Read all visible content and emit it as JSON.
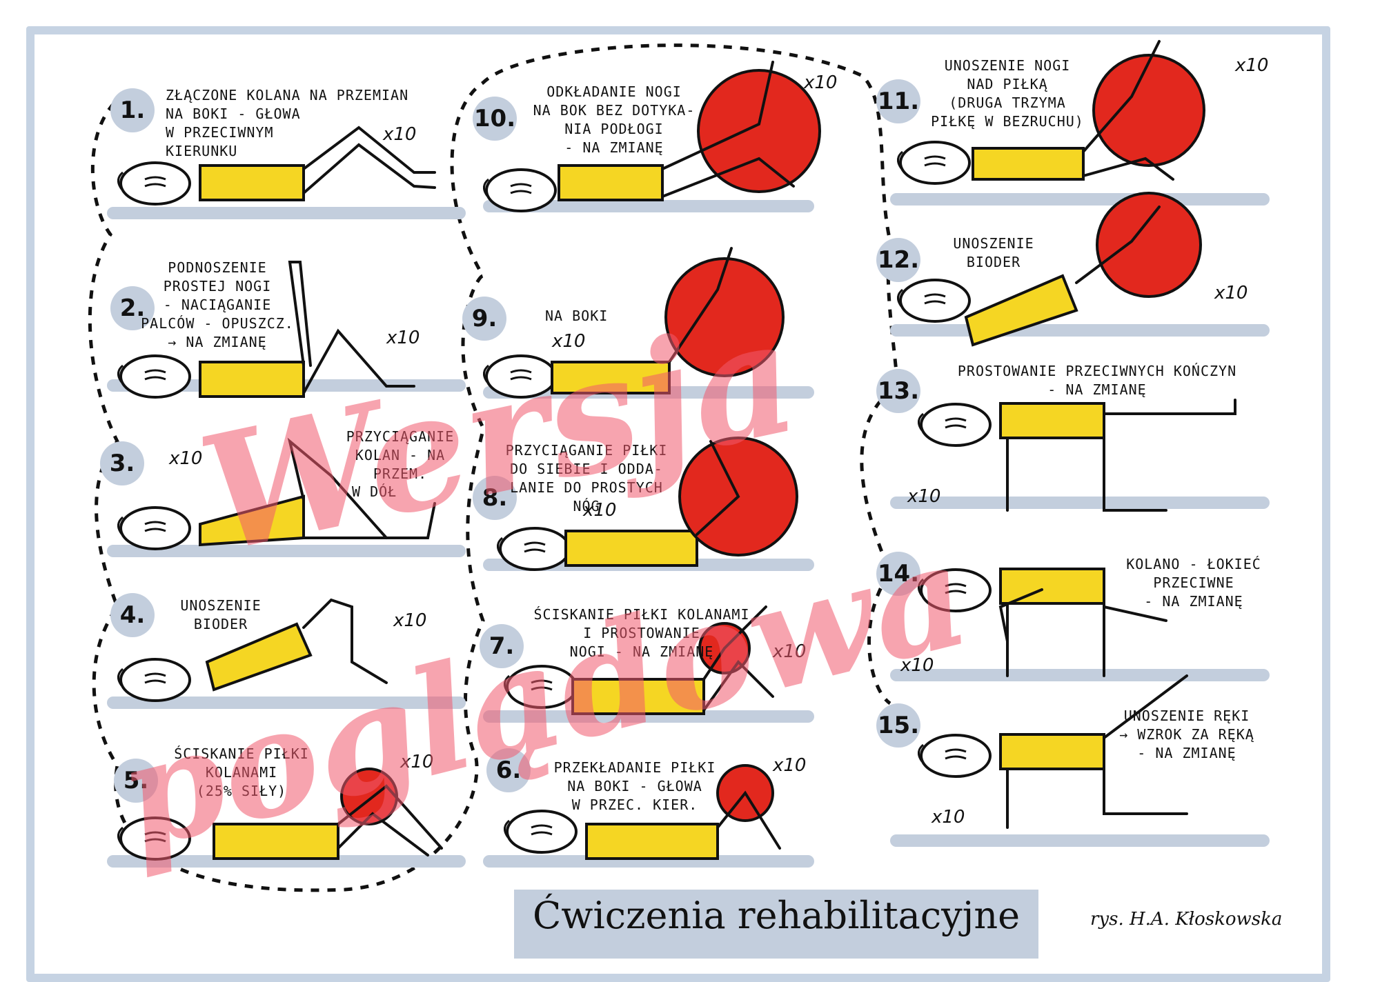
{
  "title": "Ćwiczenia rehabilitacyjne",
  "author": "rys. H.A. Kłoskowska",
  "watermark": {
    "line1": "Wersja",
    "line2": "poglądowa"
  },
  "colors": {
    "ball": "#e2281e",
    "pillow": "#f5d623",
    "mat": "#c3cedd",
    "frame": "#c6d3e3",
    "watermark": "#f05a6e"
  },
  "exercises": [
    {
      "number": "1.",
      "label": "złączone kolana na przemian\nna boki - głowa\nw przeciwnym\nkierunku",
      "reps": "x10"
    },
    {
      "number": "2.",
      "label": "podnoszenie\nprostej nogi\n- naciąganie\npalców - opuszcz.\n→ na zmianę",
      "reps": "x10"
    },
    {
      "number": "3.",
      "label": "przyciąganie\nkolan - na przem.",
      "extra": "w dół",
      "reps": "x10"
    },
    {
      "number": "4.",
      "label": "unoszenie\nbioder",
      "reps": "x10"
    },
    {
      "number": "5.",
      "label": "ściskanie piłki\nkolanami\n(25% siły)",
      "reps": "x10"
    },
    {
      "number": "6.",
      "label": "przekładanie piłki\nna boki - głowa\nw przec. kier.",
      "reps": "x10"
    },
    {
      "number": "7.",
      "label": "ściskanie piłki kolanami\ni prostowanie\nnogi - na zmianę",
      "reps": "x10"
    },
    {
      "number": "8.",
      "label": "przyciąganie piłki\ndo siebie i odda-\nlanie do prostych\nnóg",
      "reps": "x10"
    },
    {
      "number": "9.",
      "label": "na boki",
      "reps": "x10"
    },
    {
      "number": "10.",
      "label": "odkładanie nogi\nna bok bez dotyka-\nnia podłogi\n- na zmianę",
      "reps": "x10"
    },
    {
      "number": "11.",
      "label": "unoszenie nogi\nnad piłką\n(druga trzyma\npiłkę w bezruchu)",
      "reps": "x10"
    },
    {
      "number": "12.",
      "label": "unoszenie\nbioder",
      "reps": "x10"
    },
    {
      "number": "13.",
      "label": "prostowanie przeciwnych kończyn\n- na zmianę",
      "reps": "x10"
    },
    {
      "number": "14.",
      "label": "kolano - łokieć\nprzeciwne\n- na zmianę",
      "reps": "x10"
    },
    {
      "number": "15.",
      "label": "unoszenie ręki\n→ wzrok za ręką\n- na zmianę",
      "reps": "x10"
    }
  ]
}
